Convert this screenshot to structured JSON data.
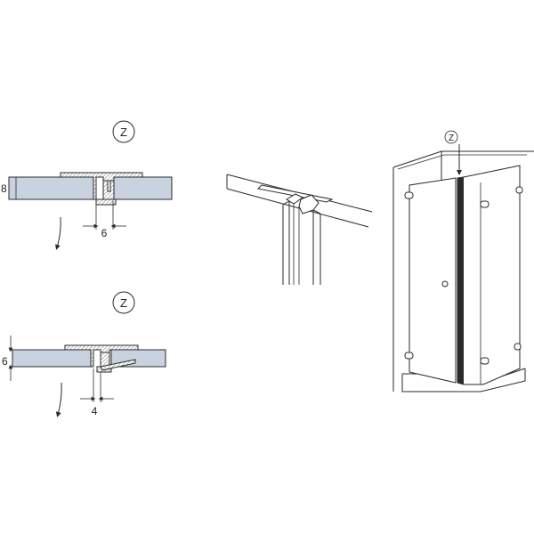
{
  "detail_top": {
    "view_label": "Z",
    "thickness_label": "8",
    "gap_label": "6"
  },
  "detail_bottom": {
    "view_label": "Z",
    "thickness_label": "6",
    "gap_label": "4"
  },
  "enclosure": {
    "view_label": "Z"
  },
  "colors": {
    "glass_fill": "#c9d3df",
    "line": "#2a2a2a",
    "profile_hatch": "#8a8a8a",
    "background": "#ffffff"
  }
}
